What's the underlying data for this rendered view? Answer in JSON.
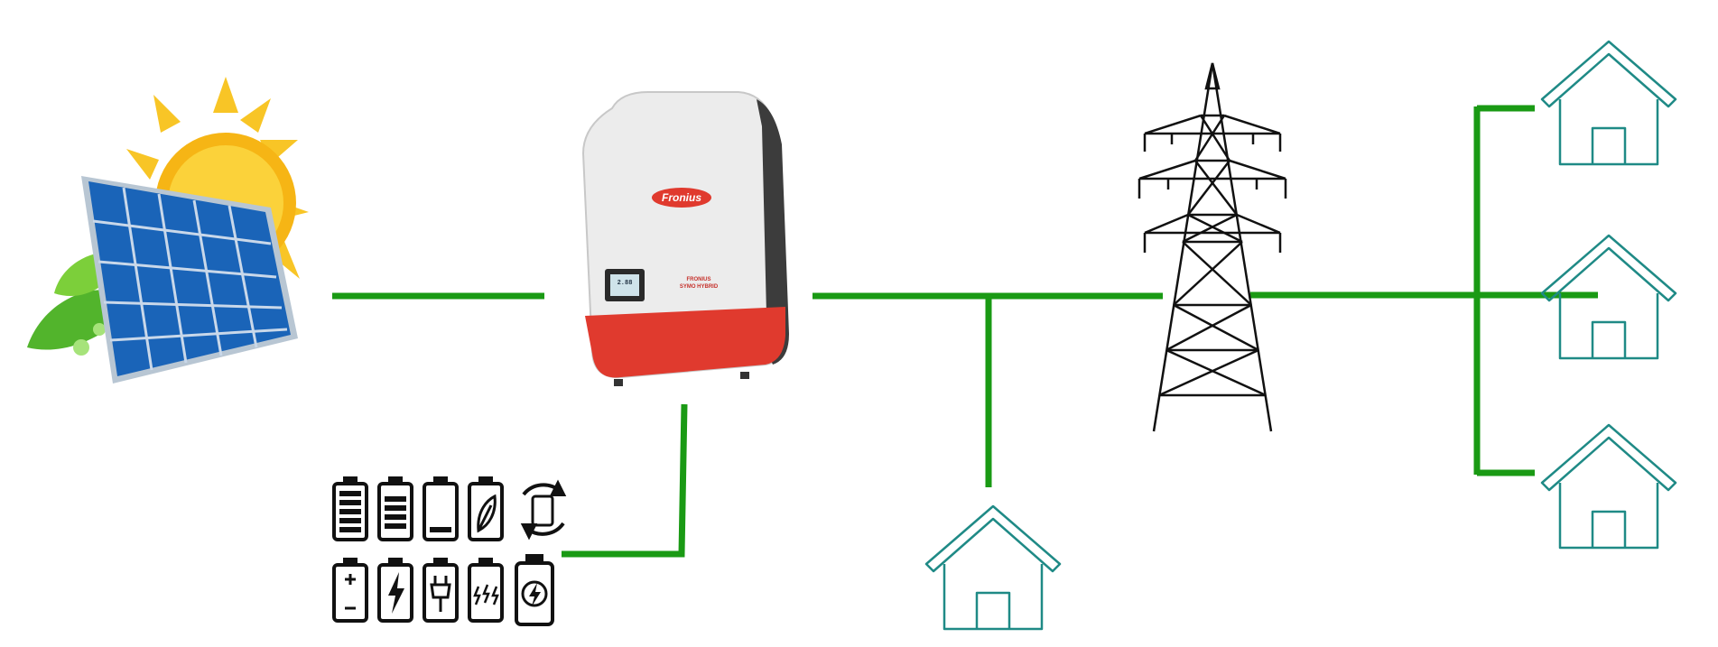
{
  "diagram": {
    "solar": {
      "icon": "solar-panel-with-sun-and-leaves"
    },
    "inverter": {
      "icon": "hybrid-inverter",
      "brand_logo_text": "Fronius",
      "display_value": "2.88",
      "label_line1": "FRONIUS",
      "label_line2": "SYMO HYBRID"
    },
    "batteries": {
      "icons": [
        "battery-full-icon",
        "battery-full-icon",
        "battery-low-icon",
        "battery-eco-leaf-icon",
        "battery-recycle-icon",
        "battery-plus-minus-icon",
        "battery-bolt-icon",
        "battery-plug-icon",
        "battery-multi-bolt-icon",
        "battery-charging-bolt-icon"
      ]
    },
    "grid": {
      "icon": "power-pylon"
    },
    "houses": {
      "count": 4,
      "icon": "house-outline-icon"
    },
    "colors": {
      "connection_line": "#1a9a14",
      "house_outline": "#1f8a86",
      "inverter_accent": "#e03a2e",
      "solar_cell": "#1b6fc2",
      "sun": "#f6b515"
    }
  }
}
